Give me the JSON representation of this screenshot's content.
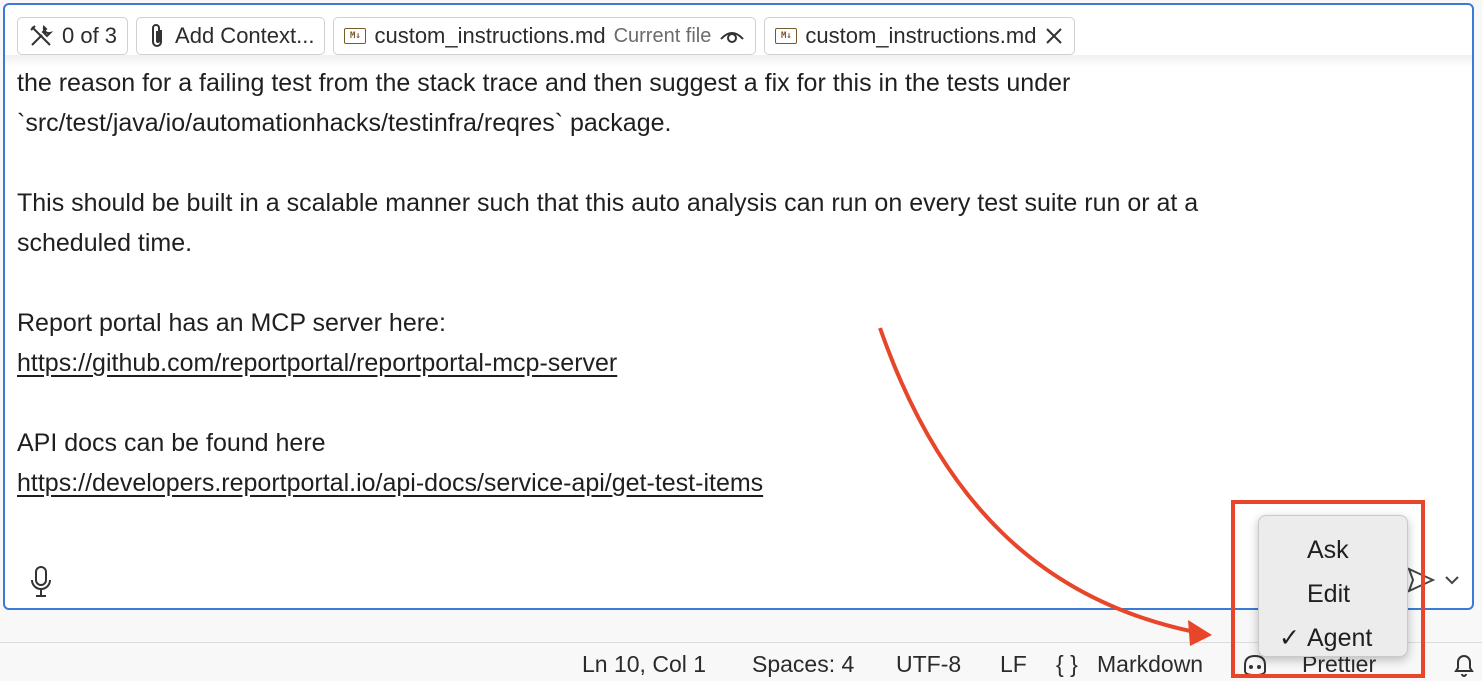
{
  "toolbar": {
    "tools_count": "0 of 3",
    "add_context": "Add Context...",
    "file_chip_1": {
      "name": "custom_instructions.md",
      "note": "Current file"
    },
    "file_chip_2": {
      "name": "custom_instructions.md"
    },
    "md_badge": "M↓"
  },
  "prompt": {
    "line1": "the reason for a failing test from the stack trace and then suggest a fix for this in the tests under",
    "line2": "`src/test/java/io/automationhacks/testinfra/reqres` package.",
    "line3": "This should be built in a scalable manner such that this auto analysis can run on every test suite run or at a",
    "line4": "scheduled time.",
    "line5": "Report portal has an MCP server here:",
    "link1": "https://github.com/reportportal/reportportal-mcp-server",
    "line6": "API docs can be found here",
    "link2": "https://developers.reportportal.io/api-docs/service-api/get-test-items"
  },
  "mode_menu": {
    "items": [
      {
        "label": "Ask",
        "checked": false
      },
      {
        "label": "Edit",
        "checked": false
      },
      {
        "label": "Agent",
        "checked": true
      }
    ],
    "check_glyph": "✓"
  },
  "statusbar": {
    "position": "Ln 10, Col 1",
    "spaces": "Spaces: 4",
    "encoding": "UTF-8",
    "eol": "LF",
    "language_icon": "{ }",
    "language": "Markdown",
    "formatter": "Prettier"
  },
  "colors": {
    "accent": "#3a7bd5",
    "annotation": "#e8462a"
  }
}
